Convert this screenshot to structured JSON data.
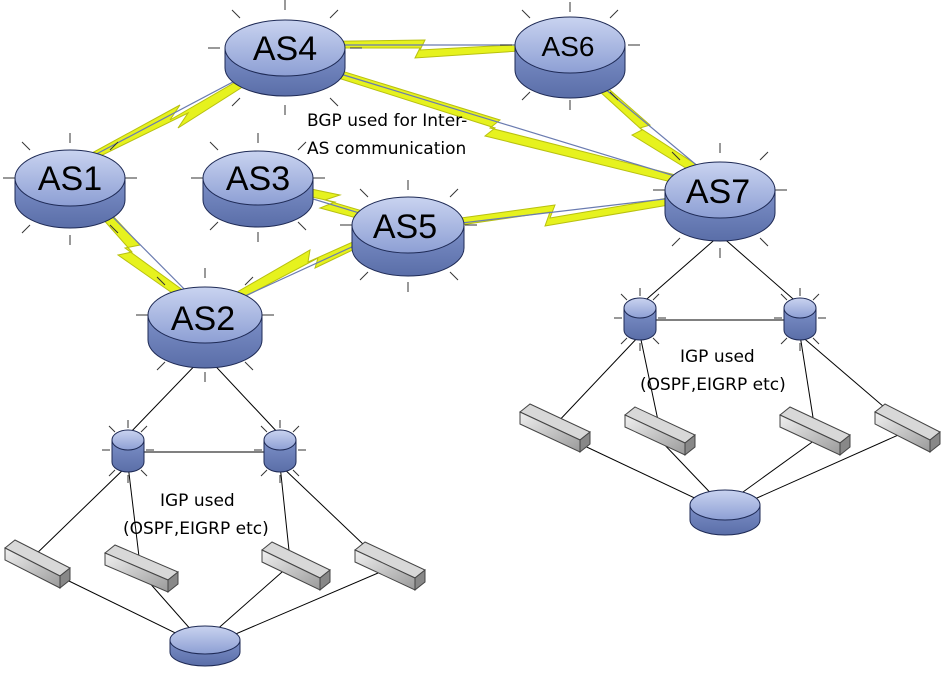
{
  "diagram": {
    "routers": {
      "as1": "AS1",
      "as2": "AS2",
      "as3": "AS3",
      "as4": "AS4",
      "as5": "AS5",
      "as6": "AS6",
      "as7": "AS7"
    },
    "notes": {
      "bgp_line1": "BGP used for Inter-",
      "bgp_line2": "AS communication",
      "igp_left_line1": "IGP used",
      "igp_left_line2": "(OSPF,EIGRP etc)",
      "igp_right_line1": "IGP used",
      "igp_right_line2": "(OSPF,EIGRP etc)"
    },
    "colors": {
      "router_body": "#8d9fd4",
      "router_top": "#aab8e4",
      "router_outline": "#1e2a55",
      "bgp_link": "#e6f21e",
      "igp_link": "#000000"
    }
  }
}
